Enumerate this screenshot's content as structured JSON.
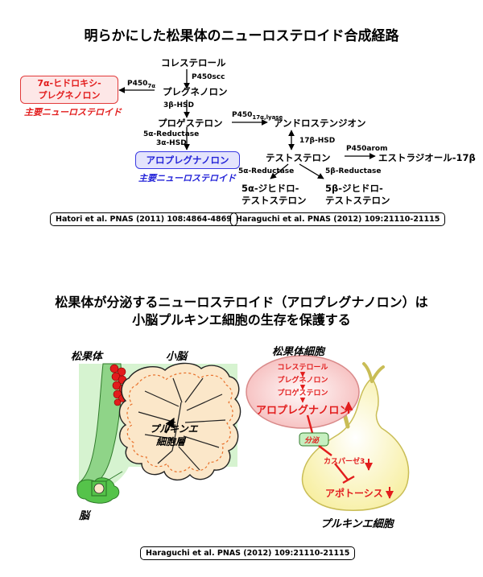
{
  "title": "明らかにした松果体のニューロステロイド合成経路",
  "pathway": {
    "cholesterol": "コレステロール",
    "p450scc": "P450scc",
    "pregnenolone": "プレグネノロン",
    "hsd3b": "3β-HSD",
    "progesterone": "プロゲステロン",
    "reductase5a": "5α-Reductase",
    "hsd3a": "3α-HSD",
    "p450_17a_left": "P450",
    "p450_17a_left_sub": "7α",
    "p450_17a_right": "P450",
    "p450_17a_right_sub": "17α,lyase",
    "androstenedione": "アンドロステンジオン",
    "hsd17b": "17β-HSD",
    "testosterone": "テストステロン",
    "p450arom": "P450arom",
    "estradiol": "エストラジオール-17β",
    "reductase5a_2": "5α-Reductase",
    "reductase5b": "5β-Reductase",
    "dht5a_1": "5α-ジヒドロ-",
    "dht5a_2": "テストステロン",
    "dht5b_1": "5β-ジヒドロ-",
    "dht5b_2": "テストステロン",
    "hydroxy_line1": "7α-ヒドロキシ-",
    "hydroxy_line2": "プレグネノロン",
    "hydroxy_tag": "主要ニューロステロイド",
    "allo": "アロプレグナノロン",
    "allo_tag": "主要ニューロステロイド",
    "ref1": "Hatori et al. PNAS (2011) 108:4864-4869",
    "ref2": "Haraguchi et al. PNAS (2012) 109:21110-21115"
  },
  "title2": {
    "line1": "松果体が分泌するニューロステロイド（アロプレグナノロン）は",
    "line2": "小脳プルキンエ細胞の生存を保護する"
  },
  "figure": {
    "pineal_label": "松果体",
    "cerebellum_label": "小脳",
    "purkinje_layer_1": "プルキンエ",
    "purkinje_layer_2": "細胞層",
    "brain_label": "脳",
    "cell_label": "松果体細胞",
    "cell_cholesterol": "コレステロール",
    "cell_pregnenolone": "プレグネノロン",
    "cell_progesterone": "プロゲステロン",
    "cell_allo": "アロプレグナノロン",
    "secretion": "分泌",
    "caspase": "カスパーゼ3",
    "apoptosis": "アポトーシス",
    "purkinje_cell": "プルキンエ細胞"
  },
  "ref3": "Haraguchi et al. PNAS (2012) 109:21110-21115",
  "colors": {
    "red": "#e21c1c",
    "blue": "#2323d8",
    "pink": "#f7c6c6",
    "yellow": "#fdf6b4",
    "green": "#c6efc0"
  }
}
